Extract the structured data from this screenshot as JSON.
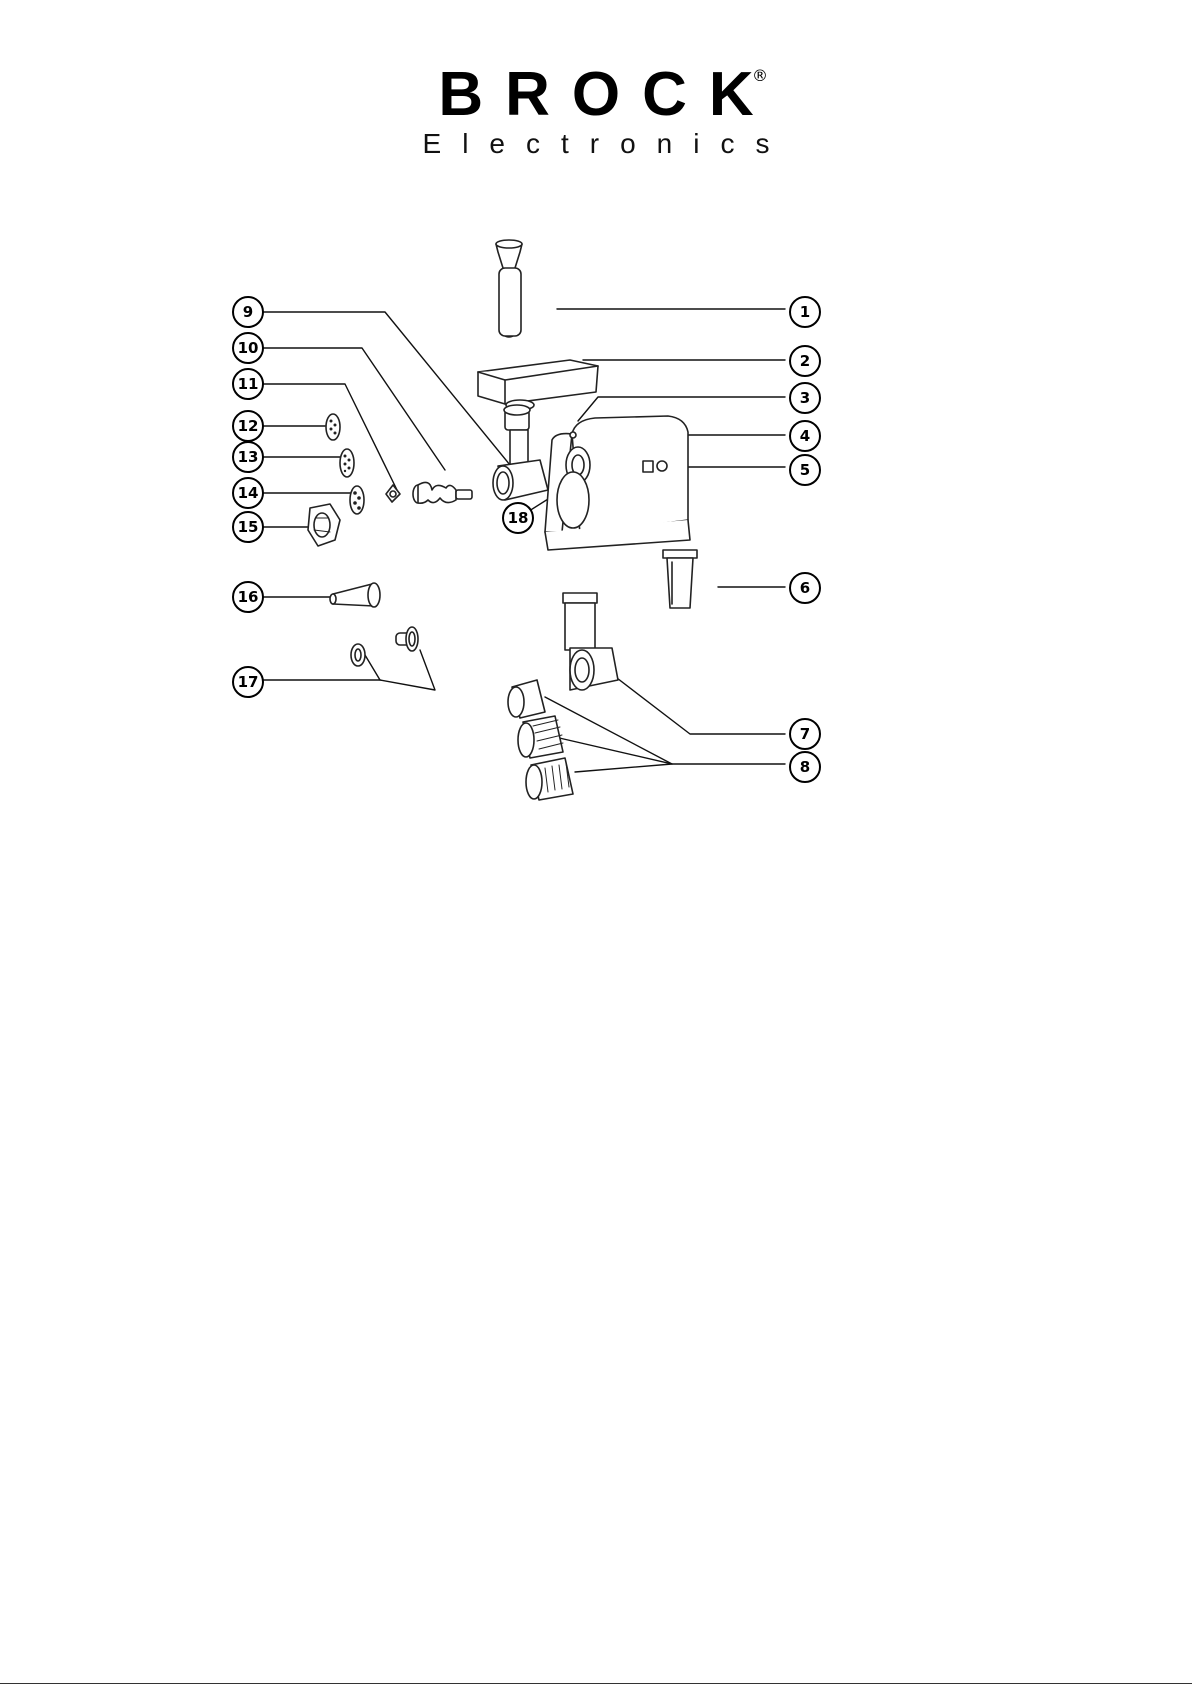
{
  "logo": {
    "brand": "BROCK",
    "subtitle": "Electronics",
    "registered_mark": "®"
  },
  "callouts": [
    "1",
    "2",
    "3",
    "4",
    "5",
    "6",
    "7",
    "8",
    "9",
    "10",
    "11",
    "12",
    "13",
    "14",
    "15",
    "16",
    "17",
    "18"
  ]
}
